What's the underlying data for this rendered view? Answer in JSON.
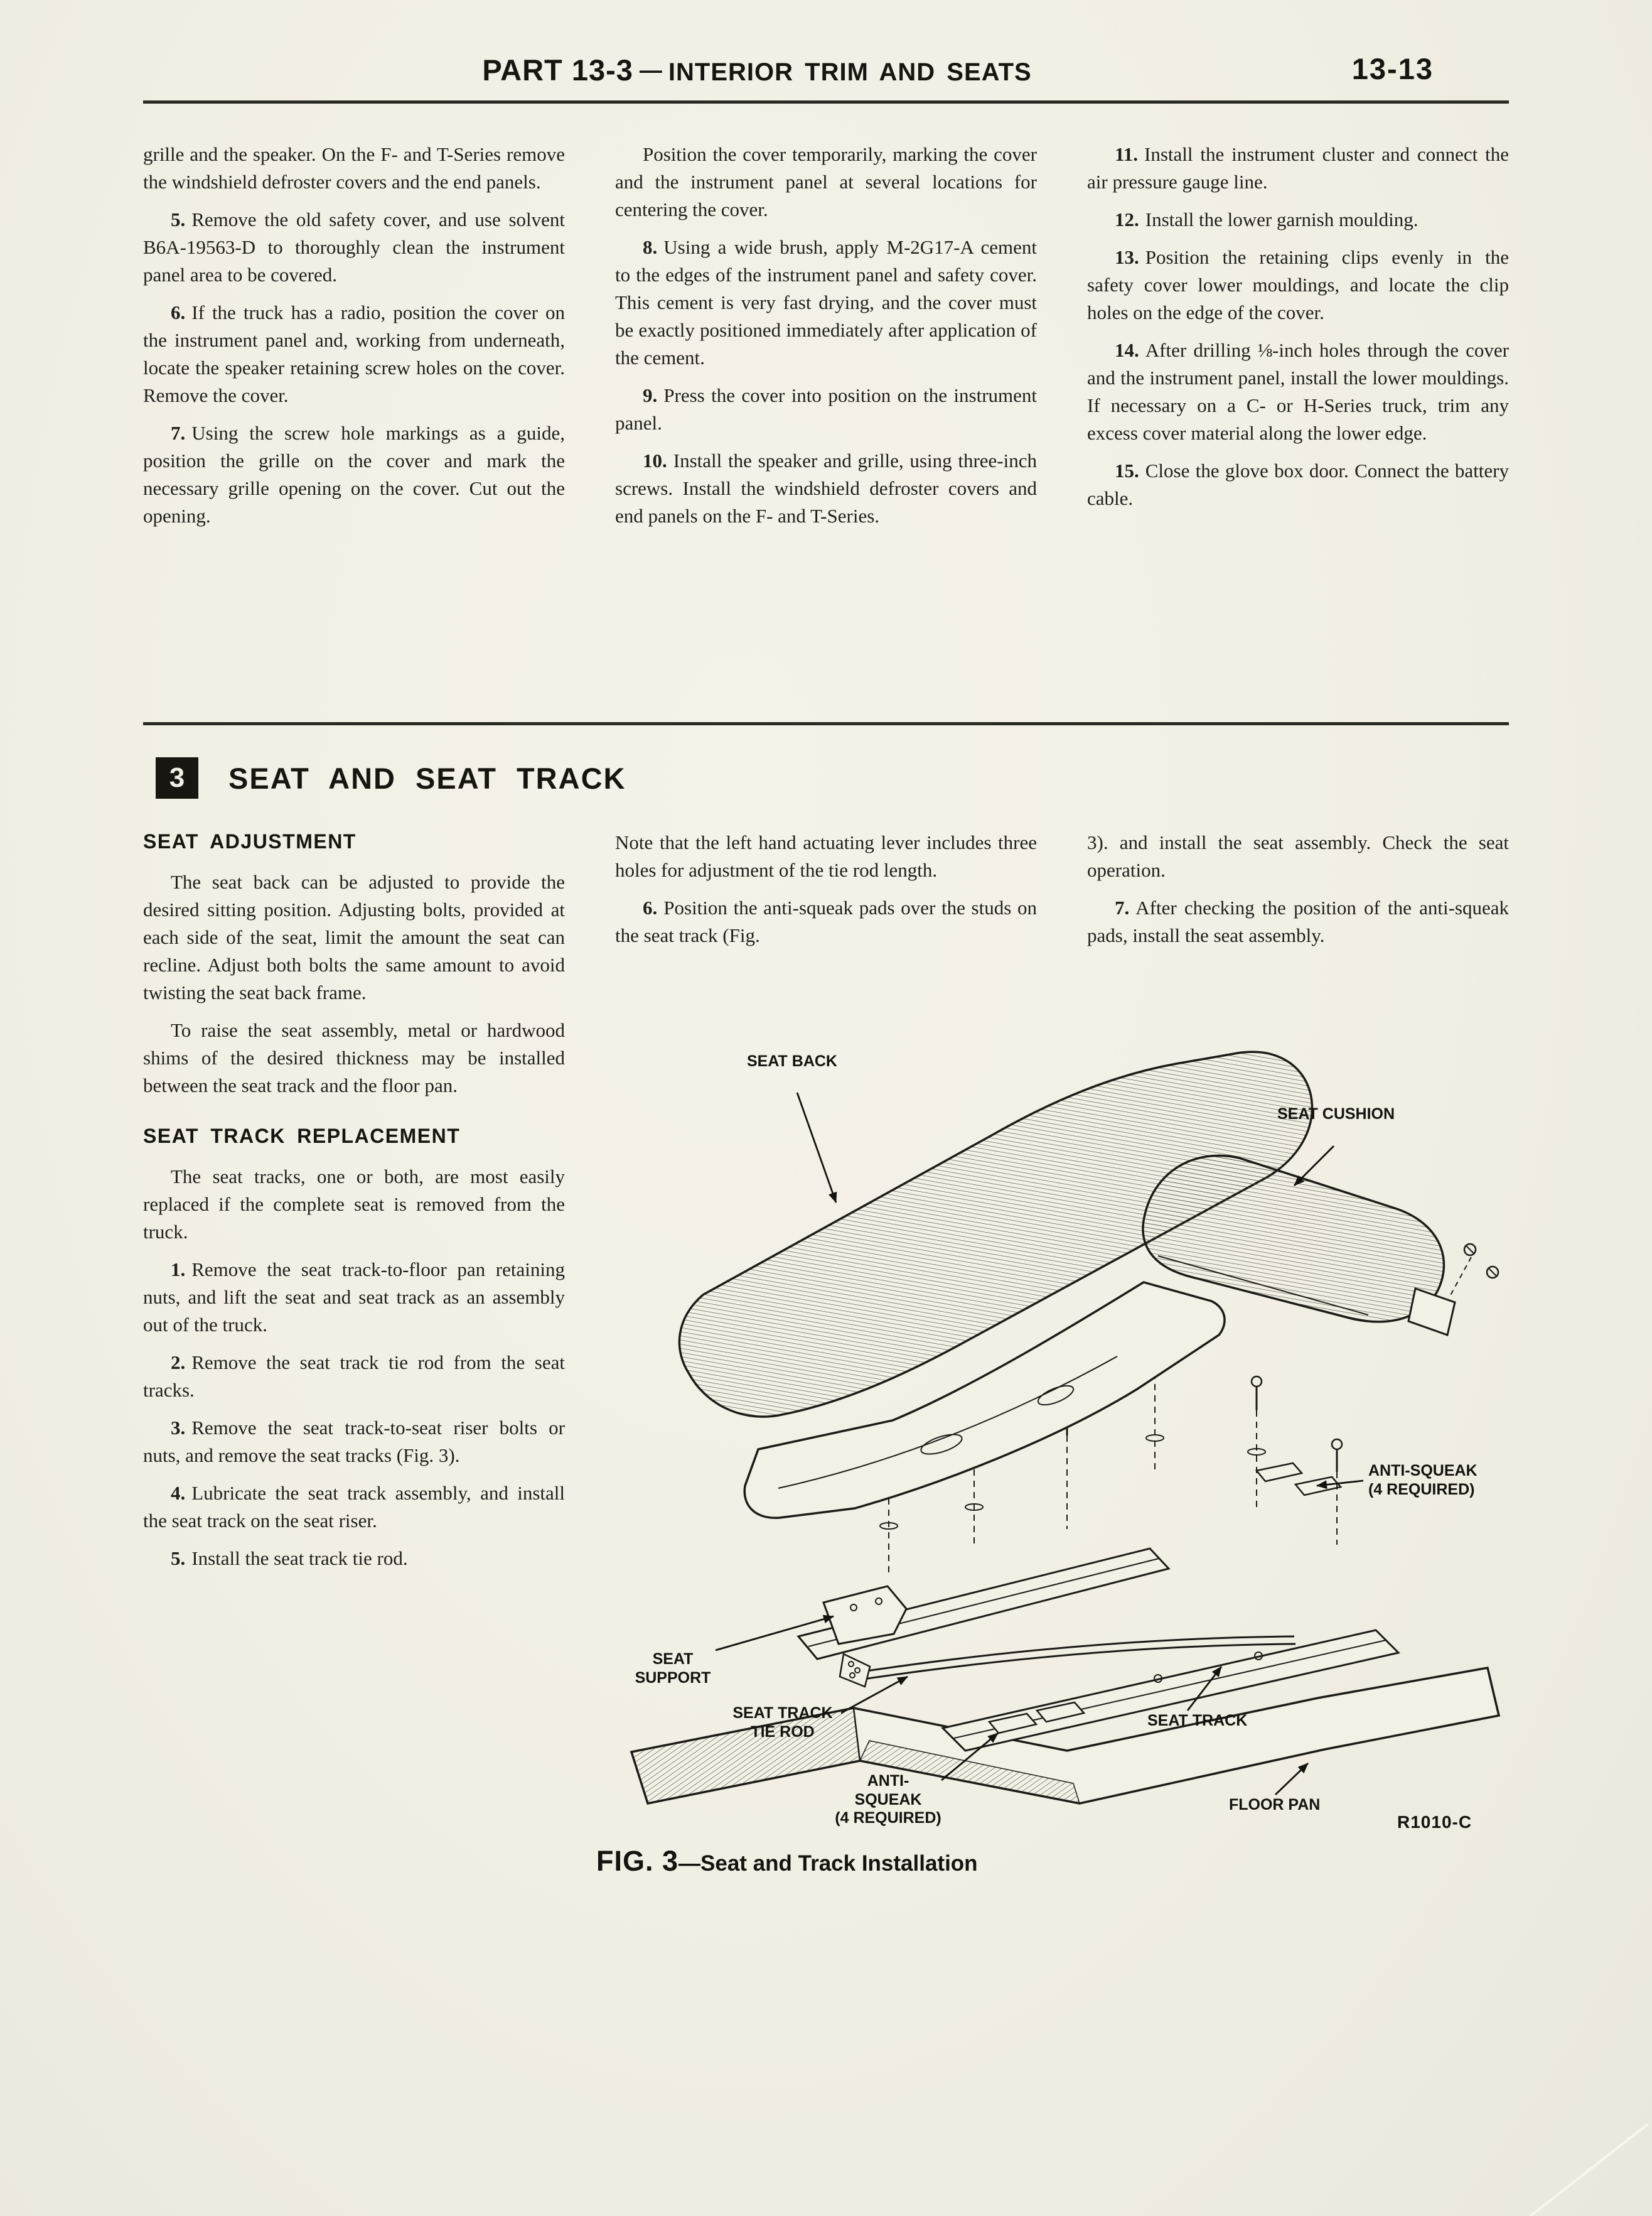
{
  "header": {
    "part": "PART 13-3",
    "separator": "—",
    "title": "INTERIOR TRIM AND SEATS",
    "page_number": "13-13"
  },
  "top_section": {
    "col1": [
      {
        "num": "",
        "text": "grille and the speaker. On the F- and T-Series remove the windshield defroster covers and the end panels."
      },
      {
        "num": "5.",
        "text": "Remove the old safety cover, and use solvent B6A-19563-D to thoroughly clean the instrument panel area to be covered."
      },
      {
        "num": "6.",
        "text": "If the truck has a radio, position the cover on the instrument panel and, working from underneath, locate the speaker retaining screw holes on the cover. Remove the cover."
      },
      {
        "num": "7.",
        "text": "Using the screw hole markings as a guide, position the grille on the cover and mark the necessary grille opening on the cover. Cut out the opening."
      }
    ],
    "col2": [
      {
        "num": "",
        "text": "Position the cover temporarily, marking the cover and the instrument panel at several locations for centering the cover."
      },
      {
        "num": "8.",
        "text": "Using a wide brush, apply M-2G17-A cement to the edges of the instrument panel and safety cover. This cement is very fast drying, and the cover must be exactly positioned immediately after application of the cement."
      },
      {
        "num": "9.",
        "text": "Press the cover into position on the instrument panel."
      },
      {
        "num": "10.",
        "text": "Install the speaker and grille, using three-inch screws. Install the windshield defroster covers and end panels on the F- and T-Series."
      }
    ],
    "col3": [
      {
        "num": "11.",
        "text": "Install the instrument cluster and connect the air pressure gauge line."
      },
      {
        "num": "12.",
        "text": "Install the lower garnish moulding."
      },
      {
        "num": "13.",
        "text": "Position the retaining clips evenly in the safety cover lower mouldings, and locate the clip holes on the edge of the cover."
      },
      {
        "num": "14.",
        "text": "After drilling ⅛-inch holes through the cover and the instrument panel, install the lower mouldings. If necessary on a C- or H-Series truck, trim any excess cover material along the lower edge."
      },
      {
        "num": "15.",
        "text": "Close the glove box door. Connect the battery cable."
      }
    ]
  },
  "section3": {
    "number": "3",
    "title": "SEAT AND SEAT TRACK"
  },
  "seat_adjustment": {
    "heading": "SEAT ADJUSTMENT",
    "paragraphs": [
      {
        "num": "",
        "text": "The seat back can be adjusted to provide the desired sitting position. Adjusting bolts, provided at each side of the seat, limit the amount the seat can recline. Adjust both bolts the same amount to avoid twisting the seat back frame."
      },
      {
        "num": "",
        "text": "To raise the seat assembly, metal or hardwood shims of the desired thickness may be installed between the seat track and the floor pan."
      }
    ]
  },
  "seat_track_replacement": {
    "heading": "SEAT TRACK REPLACEMENT",
    "paragraphs": [
      {
        "num": "",
        "text": "The seat tracks, one or both, are most easily replaced if the complete seat is removed from the truck."
      },
      {
        "num": "1.",
        "text": "Remove the seat track-to-floor pan retaining nuts, and lift the seat and seat track as an assembly out of the truck."
      },
      {
        "num": "2.",
        "text": "Remove the seat track tie rod from the seat tracks."
      },
      {
        "num": "3.",
        "text": "Remove the seat track-to-seat riser bolts or nuts, and remove the seat tracks (Fig. 3)."
      },
      {
        "num": "4.",
        "text": "Lubricate the seat track assembly, and install the seat track on the seat riser."
      },
      {
        "num": "5.",
        "text": "Install the seat track tie rod."
      }
    ]
  },
  "continued": {
    "col2": [
      {
        "num": "",
        "text": "Note that the left hand actuating lever includes three holes for adjustment of the tie rod length."
      },
      {
        "num": "6.",
        "text": "Position the anti-squeak pads over the studs on the seat track (Fig."
      }
    ],
    "col3": [
      {
        "num": "",
        "text": "3). and install the seat assembly. Check the seat operation."
      },
      {
        "num": "7.",
        "text": "After checking the position of the anti-squeak pads, install the seat assembly."
      }
    ]
  },
  "figure": {
    "labels": {
      "seat_back": "SEAT BACK",
      "seat_cushion": "SEAT CUSHION",
      "anti_squeak_right": "ANTI-SQUEAK\n(4 REQUIRED)",
      "seat_support": "SEAT\nSUPPORT",
      "seat_track_tie_rod": "SEAT TRACK\nTIE ROD",
      "anti_squeak_bottom": "ANTI-SQUEAK\n(4 REQUIRED)",
      "seat_track": "SEAT TRACK",
      "floor_pan": "FLOOR PAN"
    },
    "reference_code": "R1010-C",
    "caption_label": "FIG. 3",
    "caption_title": "—Seat and Track Installation"
  }
}
